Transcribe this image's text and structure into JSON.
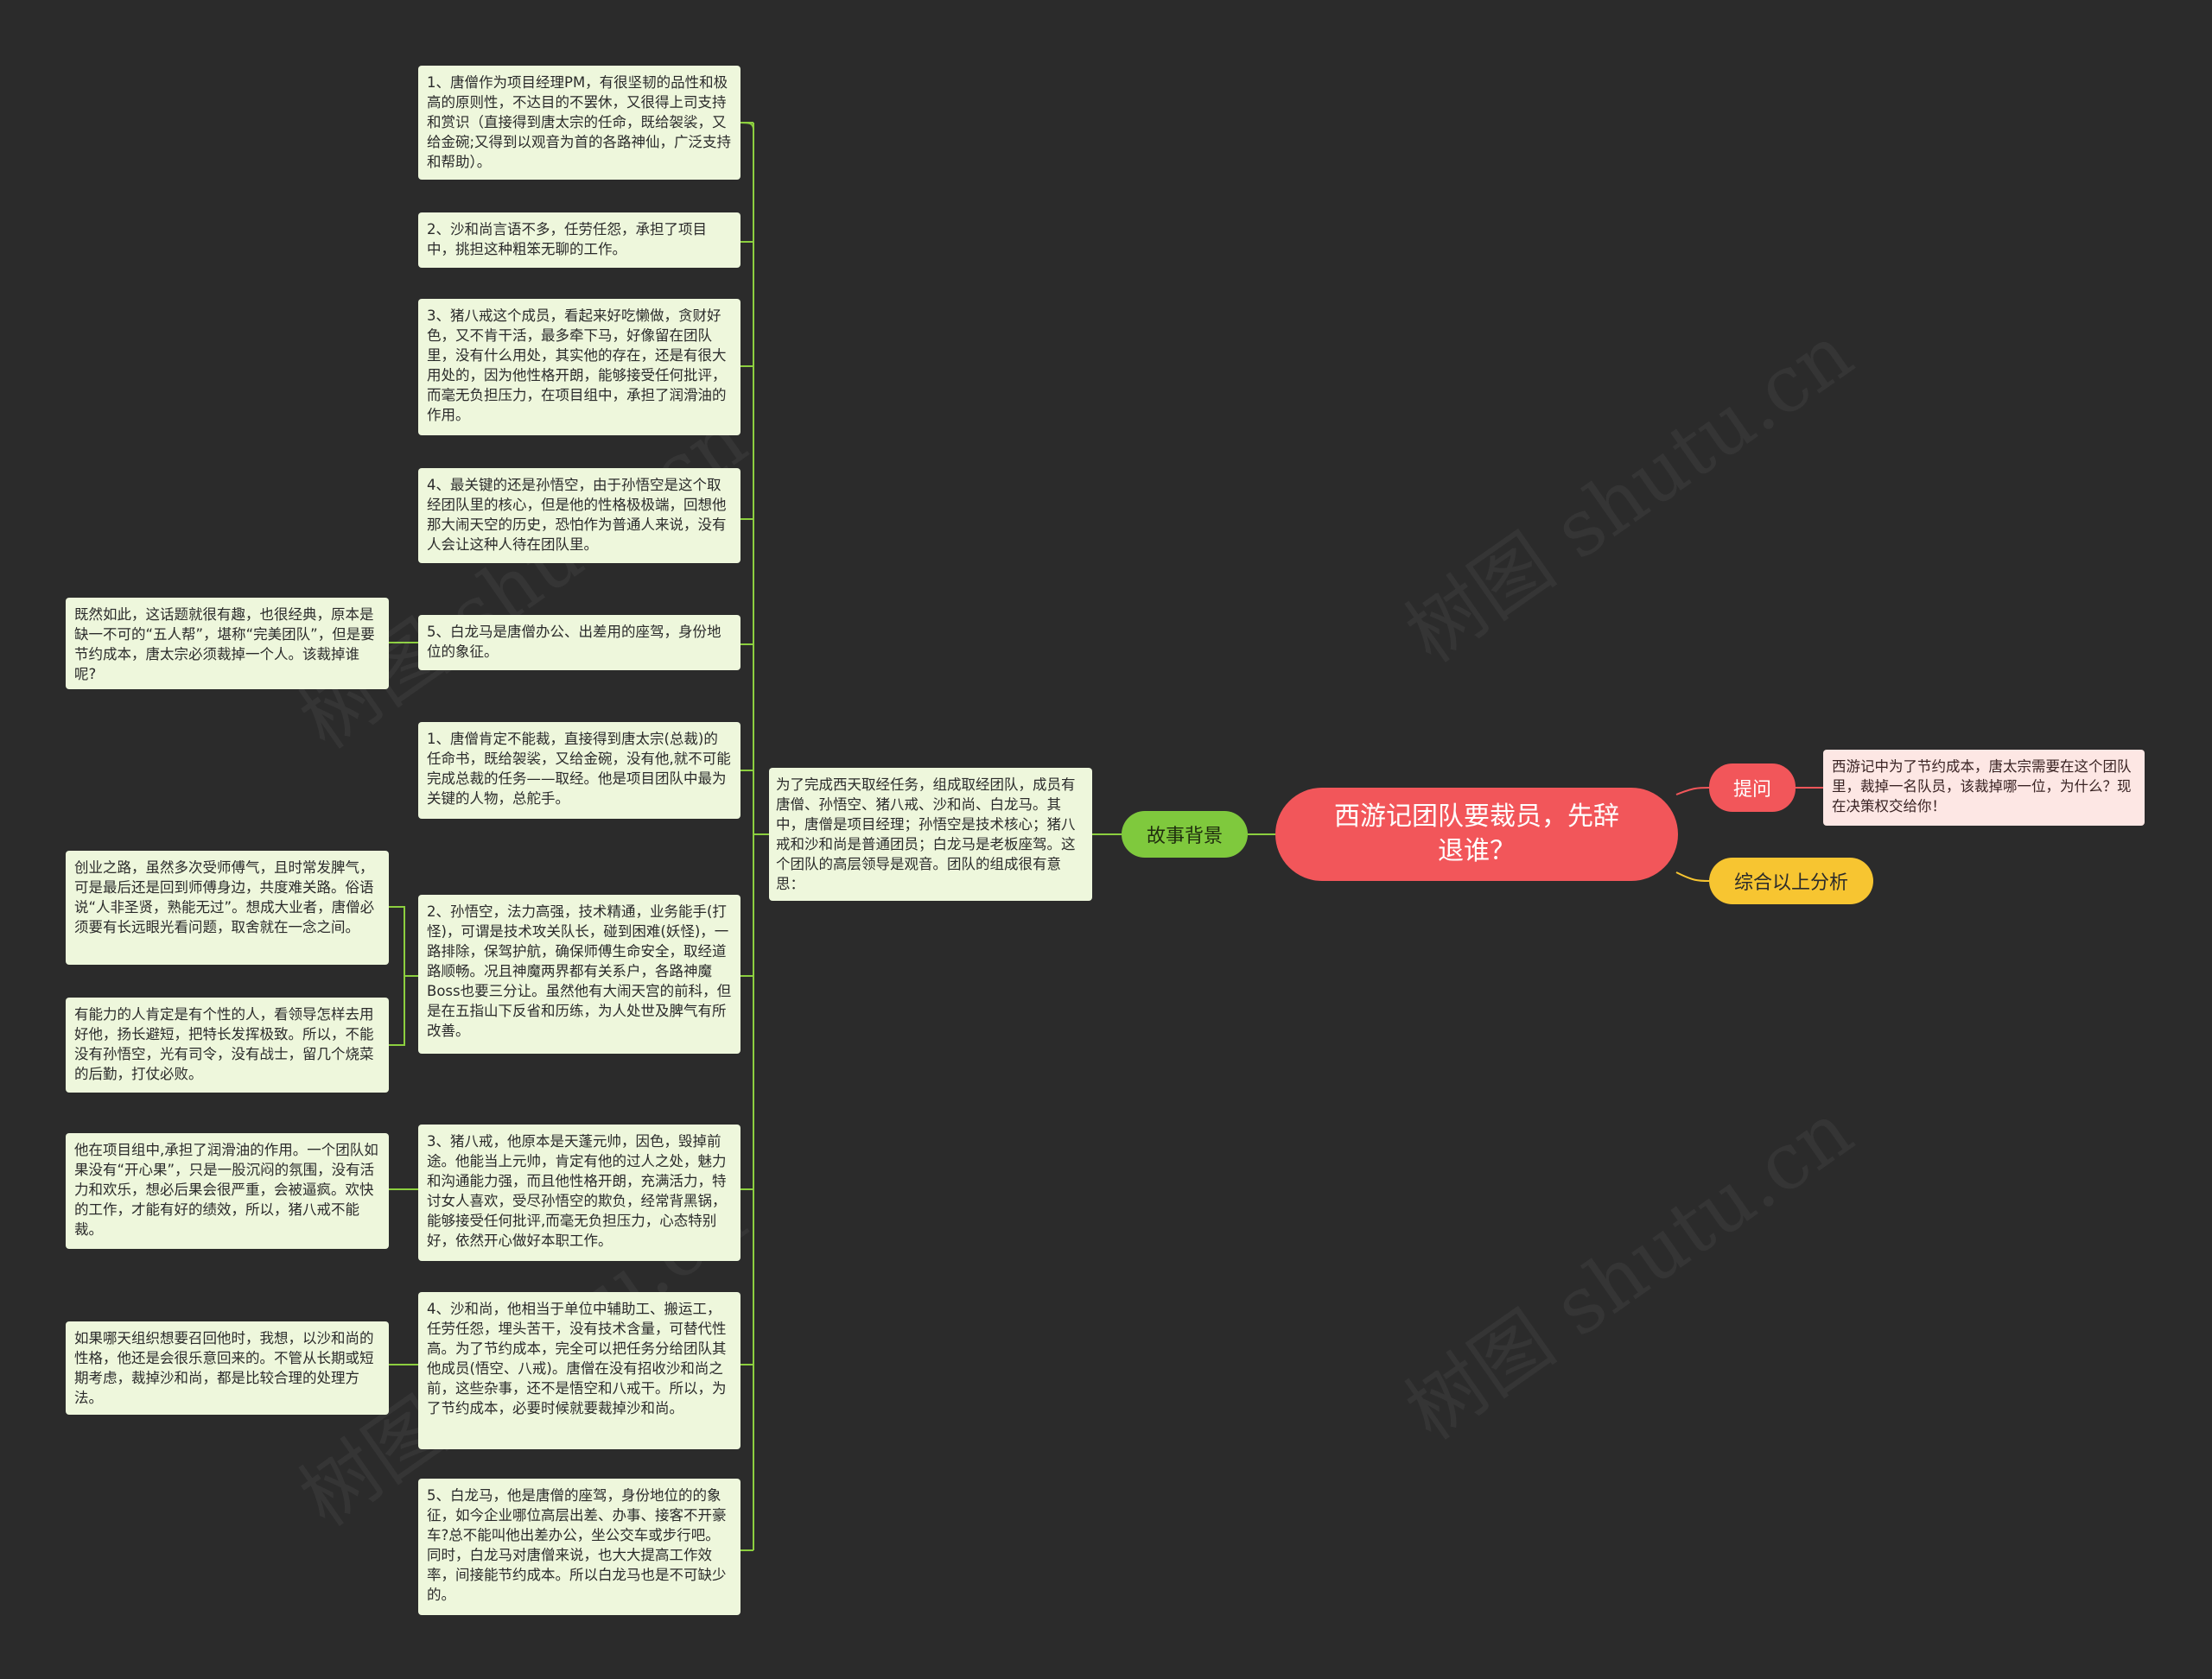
{
  "center": {
    "title": "西游记团队要裁员，先辞退谁？"
  },
  "branches": {
    "story": {
      "label": "故事背景"
    },
    "ask": {
      "label": "提问"
    },
    "summary": {
      "label": "综合以上分析"
    }
  },
  "ask_text": "西游记中为了节约成本，唐太宗需要在这个团队里，裁掉一名队员，该裁掉哪一位，为什么？现在决策权交给你！",
  "story_text": "为了完成西天取经任务，组成取经团队，成员有唐僧、孙悟空、猪八戒、沙和尚、白龙马。其中，唐僧是项目经理；孙悟空是技术核心；猪八戒和沙和尚是普通团员；白龙马是老板座驾。这个团队的高层领导是观音。团队的组成很有意思：",
  "members": [
    "1、唐僧作为项目经理PM，有很坚韧的品性和极高的原则性，不达目的不罢休，又很得上司支持和赏识（直接得到唐太宗的任命，既给袈裟，又给金碗;又得到以观音为首的各路神仙，广泛支持和帮助）。",
    "2、沙和尚言语不多，任劳任怨，承担了项目中，挑担这种粗笨无聊的工作。",
    "3、猪八戒这个成员，看起来好吃懒做，贪财好色，又不肯干活，最多牵下马，好像留在团队里，没有什么用处，其实他的存在，还是有很大用处的，因为他性格开朗，能够接受任何批评，而毫无负担压力，在项目组中，承担了润滑油的作用。",
    "4、最关键的还是孙悟空，由于孙悟空是这个取经团队里的核心，但是他的性格极极端，回想他那大闹天空的历史，恐怕作为普通人来说，没有人会让这种人待在团队里。",
    "5、白龙马是唐僧办公、出差用的座驾，身份地位的象征。"
  ],
  "question_note": "既然如此，这话题就很有趣，也很经典，原本是缺一不可的“五人帮”，堪称“完美团队”，但是要节约成本，唐太宗必须裁掉一个人。该裁掉谁呢?",
  "analysis": [
    "1、唐僧肯定不能裁，直接得到唐太宗(总裁)的任命书，既给袈裟，又给金碗，没有他,就不可能完成总裁的任务——取经。他是项目团队中最为关键的人物，总舵手。",
    "2、孙悟空，法力高强，技术精通，业务能手(打怪)，可谓是技术攻关队长，碰到困难(妖怪)，一路排除，保驾护航，确保师傅生命安全，取经道路顺畅。况且神魔两界都有关系户，各路神魔Boss也要三分让。虽然他有大闹天宫的前科，但是在五指山下反省和历练，为人处世及脾气有所改善。",
    "3、猪八戒，他原本是天蓬元帅，因色，毁掉前途。他能当上元帅，肯定有他的过人之处，魅力和沟通能力强，而且他性格开朗，充满活力，特讨女人喜欢，受尽孙悟空的欺负，经常背黑锅，能够接受任何批评,而毫无负担压力，心态特别好，依然开心做好本职工作。",
    "4、沙和尚，他相当于单位中辅助工、搬运工，任劳任怨，埋头苦干，没有技术含量，可替代性高。为了节约成本，完全可以把任务分给团队其他成员(悟空、八戒)。唐僧在没有招收沙和尚之前，这些杂事，还不是悟空和八戒干。所以，为了节约成本，必要时候就要裁掉沙和尚。",
    "5、白龙马，他是唐僧的座驾，身份地位的的象征，如今企业哪位高层出差、办事、接客不开豪车?总不能叫他出差办公，坐公交车或步行吧。同时，白龙马对唐僧来说，也大大提高工作效率，间接能节约成本。所以白龙马也是不可缺少的。"
  ],
  "wukong_notes": [
    "创业之路，虽然多次受师傅气，且时常发脾气，可是最后还是回到师傅身边，共度难关路。俗语说“人非圣贤，熟能无过”。想成大业者，唐僧必须要有长远眼光看问题，取舍就在一念之间。",
    "有能力的人肯定是有个性的人，看领导怎样去用好他，扬长避短，把特长发挥极致。所以，不能没有孙悟空，光有司令，没有战士，留几个烧菜的后勤，打仗必败。"
  ],
  "bajie_note": "他在项目组中,承担了润滑油的作用。一个团队如果没有“开心果”，只是一股沉闷的氛围，没有活力和欢乐，想必后果会很严重，会被逼疯。欢快的工作，才能有好的绩效，所以，猪八戒不能裁。",
  "sha_note": "如果哪天组织想要召回他时，我想，以沙和尚的性格，他还是会很乐意回来的。不管从长期或短期考虑，裁掉沙和尚，都是比较合理的处理方法。",
  "watermark": "树图 shutu.cn",
  "colors": {
    "background": "#2b2b2b",
    "center": "#f2565a",
    "story": "#7fc93d",
    "summary": "#f7c531",
    "leaf": "#eef7dc",
    "ask_box": "#fde7e4"
  }
}
